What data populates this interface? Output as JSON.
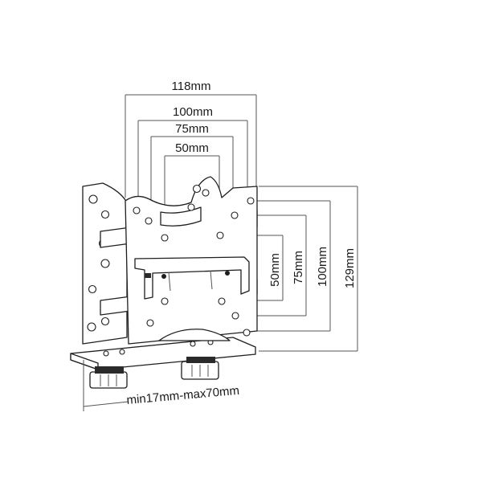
{
  "dimensions": {
    "horizontal": [
      "118mm",
      "100mm",
      "75mm",
      "50mm"
    ],
    "vertical": [
      "50mm",
      "75mm",
      "100mm",
      "129mm"
    ],
    "clamp_range": "min17mm-max70mm"
  },
  "colors": {
    "line": "#1e1e1e",
    "dimension": "#555555",
    "background": "#ffffff"
  }
}
